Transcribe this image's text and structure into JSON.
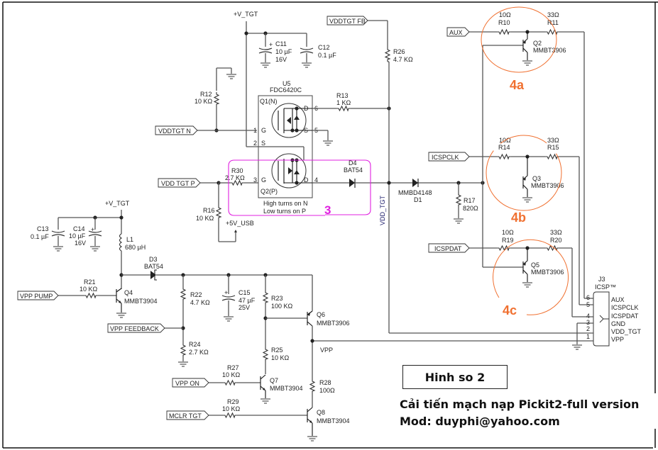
{
  "title_box": "Hinh so 2",
  "notes": {
    "line1": "Cải tiến mạch nạp Pickit2-full version",
    "line2": "Mod:   duyphi@yahoo.com"
  },
  "colors": {
    "wire": "#555555",
    "annotation_orange": "#F07030",
    "annotation_magenta": "#E020E0",
    "text": "#222222"
  },
  "annotations": [
    {
      "id": "3",
      "label": "3",
      "color": "#E020E0"
    },
    {
      "id": "4a",
      "label": "4a",
      "color": "#F07030"
    },
    {
      "id": "4b",
      "label": "4b",
      "color": "#F07030"
    },
    {
      "id": "4c",
      "label": "4c",
      "color": "#F07030"
    }
  ],
  "ports": {
    "vddtgt_n": "VDDTGT N",
    "vddtgt_p": "VDD TGT P",
    "vddtgt_fb": "VDDTGT FB",
    "aux": "AUX",
    "icspclk": "ICSPCLK",
    "icspdat": "ICSPDAT",
    "vpp_pump": "VPP PUMP",
    "vpp_feedback": "VPP FEEDBACK",
    "vpp_on": "VPP ON",
    "mclr_tgt": "MCLR TGT"
  },
  "nets": {
    "v_tgt_top": "+V_TGT",
    "v_tgt_left": "+V_TGT",
    "usb": "+5V_USB",
    "vdd_tgt": "VDD_TGT",
    "vpp": "VPP"
  },
  "components": {
    "U5": {
      "ref": "U5",
      "part": "FDC6420C",
      "q1": "Q1(N)",
      "q2": "Q2(P)",
      "note1": "High turns on N",
      "note2": "Low turns on P",
      "pins": {
        "p1": "1",
        "g1": "G",
        "p2": "2",
        "s2": "S",
        "p3": "3",
        "g3": "G",
        "p4": "4",
        "d4": "D",
        "p5": "5",
        "s5": "S",
        "p6": "6",
        "d6": "D"
      }
    },
    "C11": {
      "ref": "C11",
      "value": "10 µF",
      "rating": "16V"
    },
    "C12": {
      "ref": "C12",
      "value": "0.1 µF"
    },
    "C13": {
      "ref": "C13",
      "value": "0.1 µF"
    },
    "C14": {
      "ref": "C14",
      "value": "10 µF",
      "rating": "16V"
    },
    "C15": {
      "ref": "C15",
      "value": "47 µF",
      "rating": "25V"
    },
    "R10": {
      "ref": "R10",
      "value": "10Ω"
    },
    "R11": {
      "ref": "R11",
      "value": "33Ω"
    },
    "R12": {
      "ref": "R12",
      "value": "10 KΩ"
    },
    "R13": {
      "ref": "R13",
      "value": "1 KΩ"
    },
    "R14": {
      "ref": "R14",
      "value": "10Ω"
    },
    "R15": {
      "ref": "R15",
      "value": "33Ω"
    },
    "R16": {
      "ref": "R16",
      "value": "10 KΩ"
    },
    "R17": {
      "ref": "R17",
      "value": "820Ω"
    },
    "R19": {
      "ref": "R19",
      "value": "10Ω"
    },
    "R20": {
      "ref": "R20",
      "value": "33Ω"
    },
    "R21": {
      "ref": "R21",
      "value": "10 KΩ"
    },
    "R22": {
      "ref": "R22",
      "value": "4.7 KΩ"
    },
    "R23": {
      "ref": "R23",
      "value": "100 KΩ"
    },
    "R24": {
      "ref": "R24",
      "value": "2.7 KΩ"
    },
    "R25": {
      "ref": "R25",
      "value": "10 KΩ"
    },
    "R26": {
      "ref": "R26",
      "value": "4.7 KΩ"
    },
    "R27": {
      "ref": "R27",
      "value": "10 KΩ"
    },
    "R28": {
      "ref": "R28",
      "value": "100Ω"
    },
    "R29": {
      "ref": "R29",
      "value": "10 KΩ"
    },
    "R30": {
      "ref": "R30",
      "value": "2.7 KΩ"
    },
    "L1": {
      "ref": "L1",
      "value": "680 µH"
    },
    "D1": {
      "ref": "D1",
      "part": "MMBD4148"
    },
    "D3": {
      "ref": "D3",
      "part": "BAT54"
    },
    "D4": {
      "ref": "D4",
      "part": "BAT54"
    },
    "Q2": {
      "ref": "Q2",
      "part": "MMBT3906"
    },
    "Q3": {
      "ref": "Q3",
      "part": "MMBT3906"
    },
    "Q4": {
      "ref": "Q4",
      "part": "MMBT3904"
    },
    "Q5": {
      "ref": "Q5",
      "part": "MMBT3906"
    },
    "Q6": {
      "ref": "Q6",
      "part": "MMBT3906"
    },
    "Q7": {
      "ref": "Q7",
      "part": "MMBT3904"
    },
    "Q8": {
      "ref": "Q8",
      "part": "MMBT3904"
    },
    "J3": {
      "ref": "J3",
      "part": "ICSP™",
      "pins": [
        {
          "num": "6",
          "name": "AUX"
        },
        {
          "num": "5",
          "name": "ICSPCLK"
        },
        {
          "num": "4",
          "name": "ICSPDAT"
        },
        {
          "num": "3",
          "name": "GND"
        },
        {
          "num": "2",
          "name": "VDD_TGT"
        },
        {
          "num": "1",
          "name": "VPP"
        }
      ]
    }
  }
}
